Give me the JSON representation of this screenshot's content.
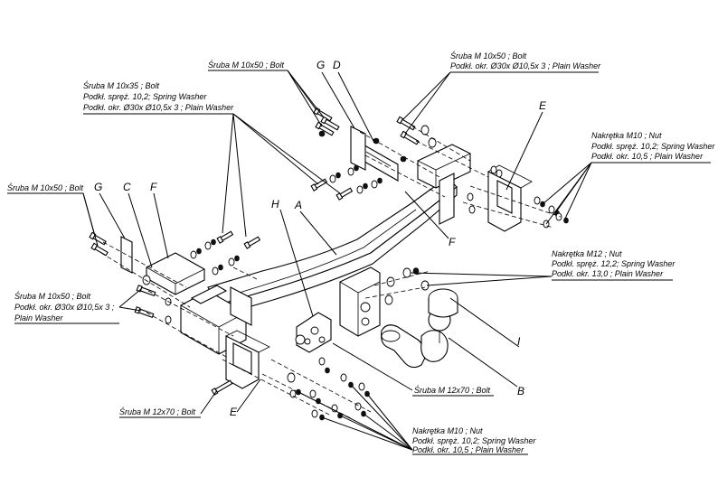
{
  "labels": {
    "bolt_10x35_l1": "Śruba M 10x35 ;  Bolt",
    "bolt_10x35_l2": "Podkł. spręż. 10,2; Spring Washer",
    "bolt_10x35_l3": "Podkł. okr.  Ø30x Ø10,5x 3 ; Plain Washer",
    "bolt_10x50_top": "Śruba M 10x50 ;  Bolt",
    "bolt_10x50_tr_l1": "Śruba M 10x50 ;  Bolt",
    "bolt_10x50_tr_l2": "Podkł. okr.  Ø30x Ø10,5x 3 ; Plain Washer",
    "nut_m10_r_l1": "Nakrętka  M10 ; Nut",
    "nut_m10_r_l2": "Podkł. spręż. 10,2; Spring Washer",
    "nut_m10_r_l3": "Podkł. okr. 10,5  ; Plain Washer",
    "bolt_10x50_left": "Śruba M 10x50 ;  Bolt",
    "nut_m12_l1": "Nakrętka  M12 ; Nut",
    "nut_m12_l2": "Podkł. spręż. 12,2; Spring Washer",
    "nut_m12_l3": "Podkł. okr. 13,0  ; Plain Washer",
    "bolt_10x50_bl_l1": "Śruba M 10x50 ;  Bolt",
    "bolt_10x50_bl_l2": "Podkł. okr.  Ø30x Ø10,5x 3 ;",
    "bolt_10x50_bl_l3": "Plain Washer",
    "bolt_12x70_mid": "Śruba M 12x70 ;  Bolt",
    "bolt_12x70_left": "Śruba M 12x70 ;  Bolt",
    "nut_m10_b_l1": "Nakrętka  M10 ; Nut",
    "nut_m10_b_l2": "Podkł. spręż. 10,2; Spring Washer",
    "nut_m10_b_l3": "Podkł. okr. 10,5  ; Plain Washer"
  },
  "letters": {
    "G_top": "G",
    "D_top": "D",
    "E_right": "E",
    "G_left": "G",
    "C_left": "C",
    "F_left": "F",
    "H": "H",
    "A": "A",
    "F_mid": "F",
    "I": "I",
    "B": "B",
    "E_bottom": "E"
  }
}
